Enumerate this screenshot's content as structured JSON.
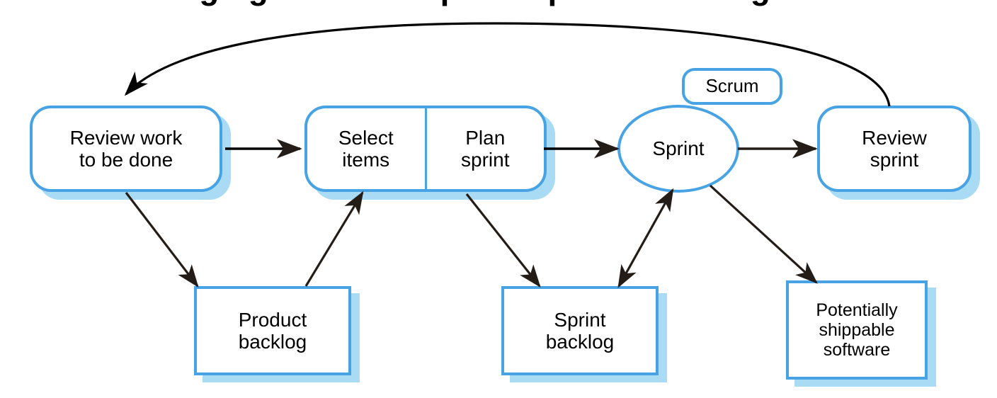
{
  "diagram": {
    "title": "Managing the development process using Scrum",
    "title_visible_fragment": "g  p  g  p",
    "accent_color": "#47A3E3",
    "shadow_color": "#A9DBF5",
    "arrow_color": "#241c16",
    "background_color": "#FFFFFF"
  },
  "nodes": {
    "review_work": {
      "label": "Review work\nto be done",
      "shape": "rounded-rectangle"
    },
    "select_items": {
      "label": "Select\nitems",
      "shape": "rounded-rectangle-left-half"
    },
    "plan_sprint": {
      "label": "Plan\nsprint",
      "shape": "rounded-rectangle-right-half"
    },
    "sprint": {
      "label": "Sprint",
      "shape": "ellipse"
    },
    "review_sprint": {
      "label": "Review\nsprint",
      "shape": "rounded-rectangle"
    },
    "scrum_tag": {
      "label": "Scrum",
      "shape": "rounded-rectangle-small"
    },
    "product_backlog": {
      "label": "Product\nbacklog",
      "shape": "rectangle"
    },
    "sprint_backlog": {
      "label": "Sprint\nbacklog",
      "shape": "rectangle"
    },
    "shippable_software": {
      "label": "Potentially\nshippable\nsoftware",
      "shape": "rectangle"
    }
  },
  "edges": [
    {
      "from": "review_work",
      "to": "select_items",
      "style": "straight",
      "heads": "end"
    },
    {
      "from": "plan_sprint",
      "to": "sprint",
      "style": "straight",
      "heads": "end"
    },
    {
      "from": "sprint",
      "to": "review_sprint",
      "style": "straight",
      "heads": "end"
    },
    {
      "from": "review_sprint",
      "to": "review_work",
      "style": "curved-feedback",
      "heads": "end"
    },
    {
      "from": "review_work",
      "to": "product_backlog",
      "style": "diagonal",
      "heads": "end"
    },
    {
      "from": "product_backlog",
      "to": "select_items",
      "style": "diagonal",
      "heads": "end"
    },
    {
      "from": "plan_sprint",
      "to": "sprint_backlog",
      "style": "diagonal",
      "heads": "end"
    },
    {
      "from": "sprint_backlog",
      "to": "sprint",
      "style": "diagonal",
      "heads": "both"
    },
    {
      "from": "sprint",
      "to": "shippable_software",
      "style": "diagonal",
      "heads": "end"
    }
  ]
}
